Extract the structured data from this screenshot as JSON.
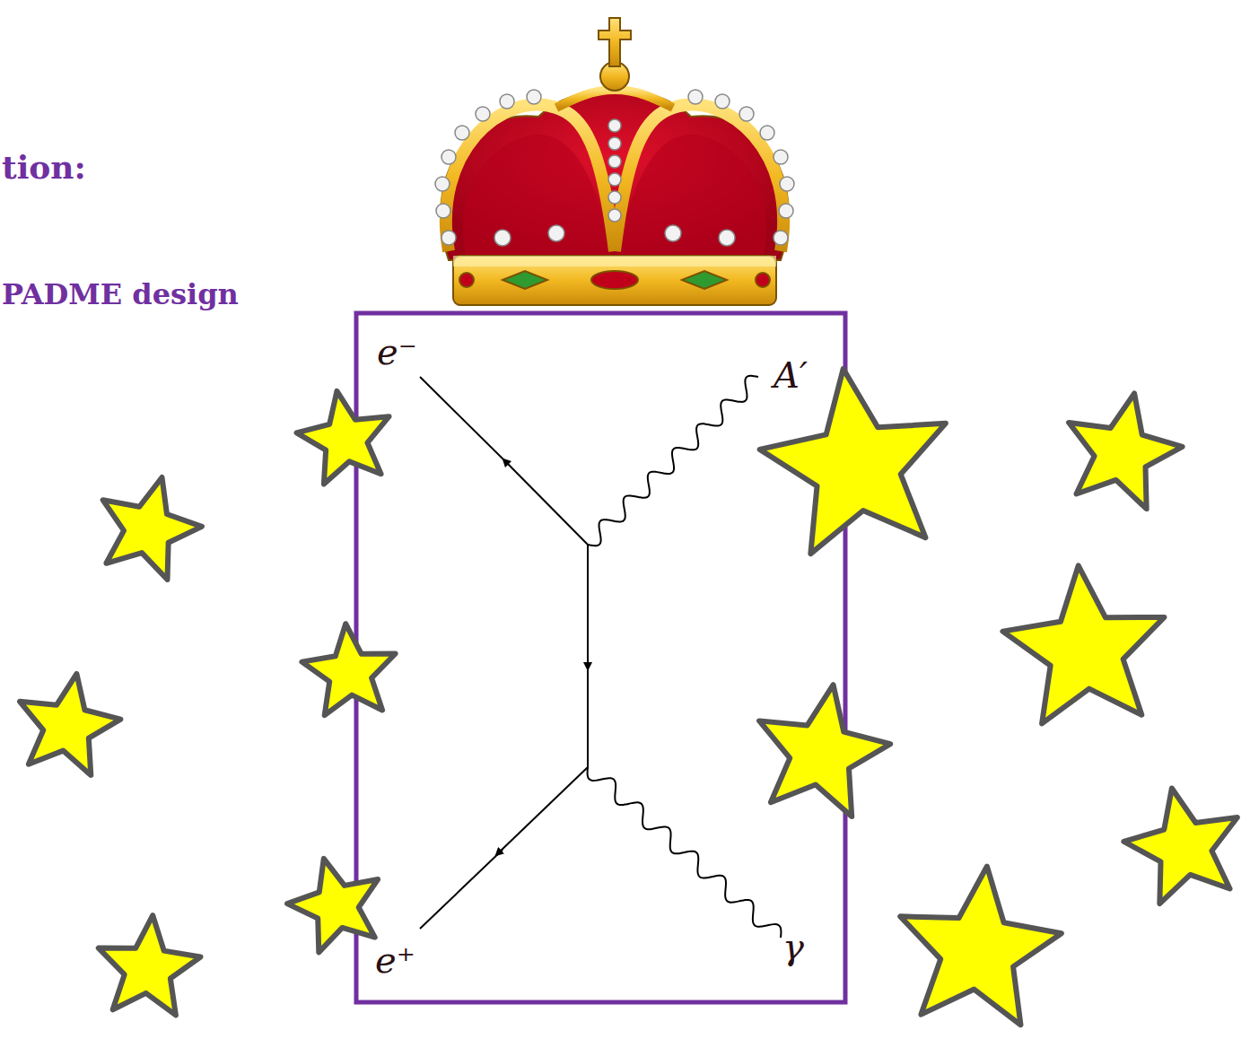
{
  "diagram": {
    "title": "tion:",
    "labels": [
      "PADME design",
      "e⁻",
      "A′",
      "e⁺",
      "γ"
    ]
  }
}
